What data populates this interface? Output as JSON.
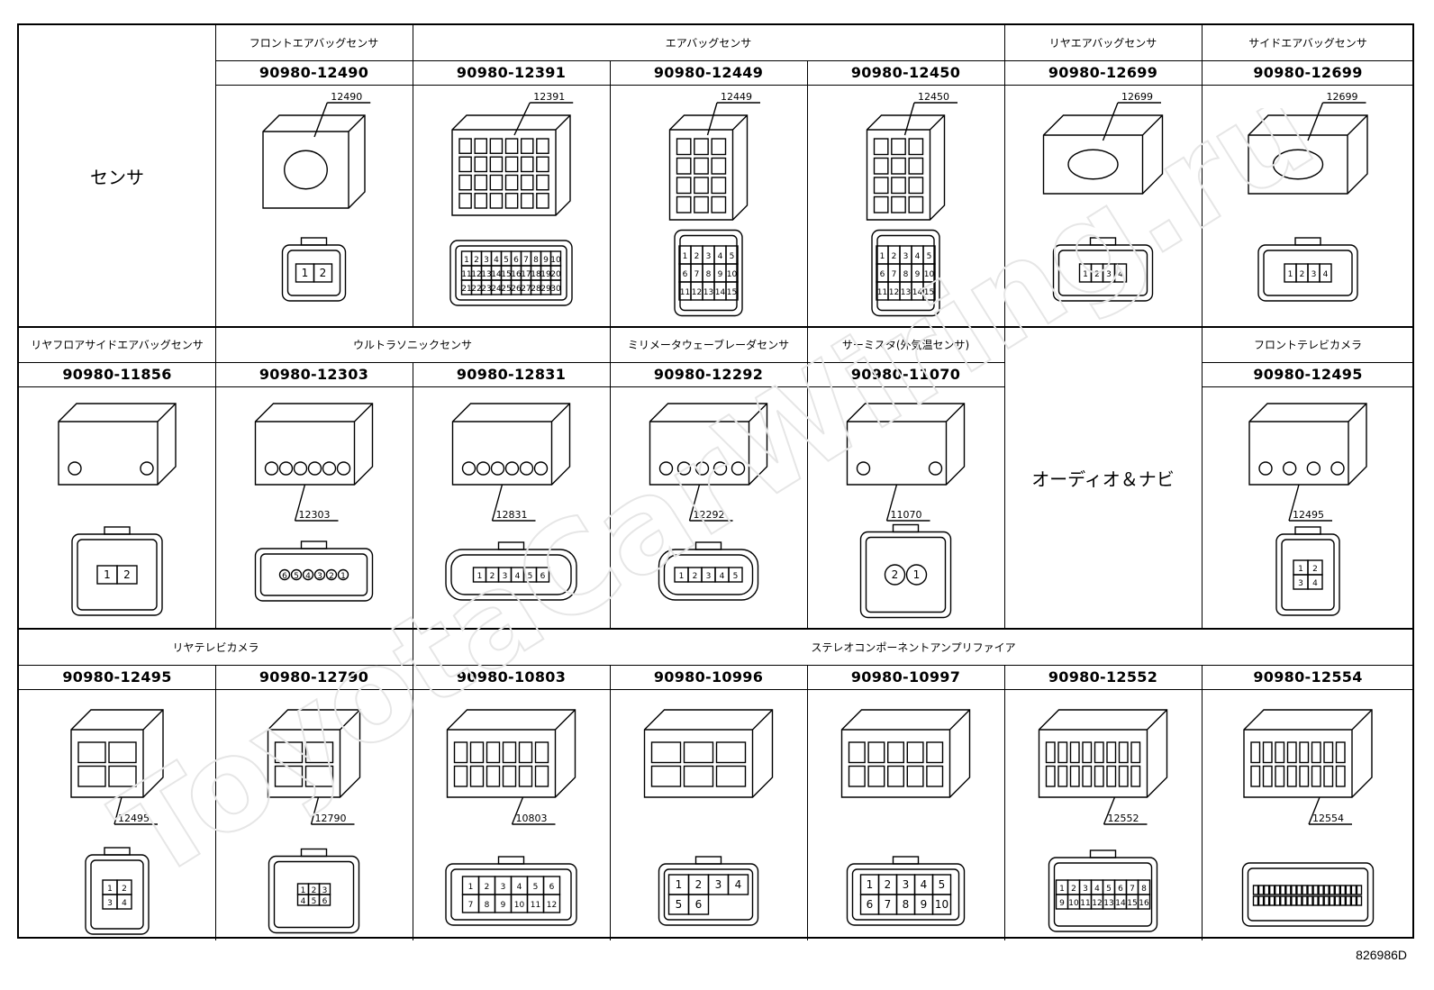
{
  "sensor_label": "センサ",
  "audio_label": "オーディオ＆ナビ",
  "footer_code": "826986D",
  "watermark": "ToyotaCarWiring.ru",
  "row1": {
    "groups": [
      "フロントエアバッグセンサ",
      "エアバッグセンサ",
      "リヤエアバッグセンサ",
      "サイドエアバッグセンサ"
    ],
    "parts": [
      {
        "pn": "90980-12490",
        "tag": "12490",
        "pins": [
          "1",
          "2"
        ]
      },
      {
        "pn": "90980-12391",
        "tag": "12391",
        "pins": [
          "1",
          "2",
          "3",
          "4",
          "5",
          "6",
          "7",
          "8",
          "9",
          "10",
          "11",
          "12",
          "13",
          "14",
          "15",
          "16",
          "17",
          "18",
          "19",
          "20",
          "21",
          "22",
          "23",
          "24",
          "25",
          "26",
          "27",
          "28",
          "29",
          "30"
        ]
      },
      {
        "pn": "90980-12449",
        "tag": "12449",
        "pins": [
          "1",
          "2",
          "3",
          "4",
          "5",
          "6",
          "7",
          "8",
          "9",
          "10",
          "11",
          "12",
          "13",
          "14",
          "15"
        ]
      },
      {
        "pn": "90980-12450",
        "tag": "12450",
        "pins": [
          "1",
          "2",
          "3",
          "4",
          "5",
          "6",
          "7",
          "8",
          "9",
          "10",
          "11",
          "12",
          "13",
          "14",
          "15"
        ]
      },
      {
        "pn": "90980-12699",
        "tag": "12699",
        "pins": [
          "1",
          "2",
          "3",
          "4"
        ]
      },
      {
        "pn": "90980-12699",
        "tag": "12699",
        "pins": [
          "1",
          "2",
          "3",
          "4"
        ]
      }
    ]
  },
  "row2": {
    "groups": [
      "リヤフロアサイドエアバッグセンサ",
      "ウルトラソニックセンサ",
      "ミリメータウェーブレーダセンサ",
      "サーミスタ(外気温センサ)",
      "フロントテレビカメラ"
    ],
    "parts": [
      {
        "pn": "90980-11856",
        "tag": "",
        "pins": [
          "1",
          "2"
        ]
      },
      {
        "pn": "90980-12303",
        "tag": "12303",
        "pins": [
          "6",
          "5",
          "4",
          "3",
          "2",
          "1"
        ]
      },
      {
        "pn": "90980-12831",
        "tag": "12831",
        "pins": [
          "1",
          "2",
          "3",
          "4",
          "5",
          "6"
        ]
      },
      {
        "pn": "90980-12292",
        "tag": "12292",
        "pins": [
          "1",
          "2",
          "3",
          "4",
          "5"
        ]
      },
      {
        "pn": "90980-11070",
        "tag": "11070",
        "pins": [
          "2",
          "1"
        ]
      },
      {
        "pn": "90980-12495",
        "tag": "12495",
        "pins": [
          "1",
          "2",
          "3",
          "4"
        ]
      }
    ]
  },
  "row3": {
    "groups": [
      "リヤテレビカメラ",
      "ステレオコンポーネントアンプリファイア"
    ],
    "parts": [
      {
        "pn": "90980-12495",
        "tag": "12495",
        "pins": [
          "1",
          "2",
          "3",
          "4"
        ]
      },
      {
        "pn": "90980-12790",
        "tag": "12790",
        "pins": [
          "1",
          "2",
          "3",
          "4",
          "5",
          "6"
        ]
      },
      {
        "pn": "90980-10803",
        "tag": "10803",
        "pins": [
          "1",
          "2",
          "3",
          "4",
          "5",
          "6",
          "7",
          "8",
          "9",
          "10",
          "11",
          "12"
        ]
      },
      {
        "pn": "90980-10996",
        "tag": "",
        "pins": [
          "1",
          "2",
          "3",
          "4",
          "5",
          "6"
        ]
      },
      {
        "pn": "90980-10997",
        "tag": "",
        "pins": [
          "1",
          "2",
          "3",
          "4",
          "5",
          "6",
          "7",
          "8",
          "9",
          "10"
        ]
      },
      {
        "pn": "90980-12552",
        "tag": "12552",
        "pins": [
          "1",
          "2",
          "3",
          "4",
          "5",
          "6",
          "7",
          "8",
          "9",
          "10",
          "11",
          "12",
          "13",
          "14",
          "15",
          "16"
        ]
      },
      {
        "pn": "90980-12554",
        "tag": "12554",
        "pins": []
      }
    ]
  }
}
